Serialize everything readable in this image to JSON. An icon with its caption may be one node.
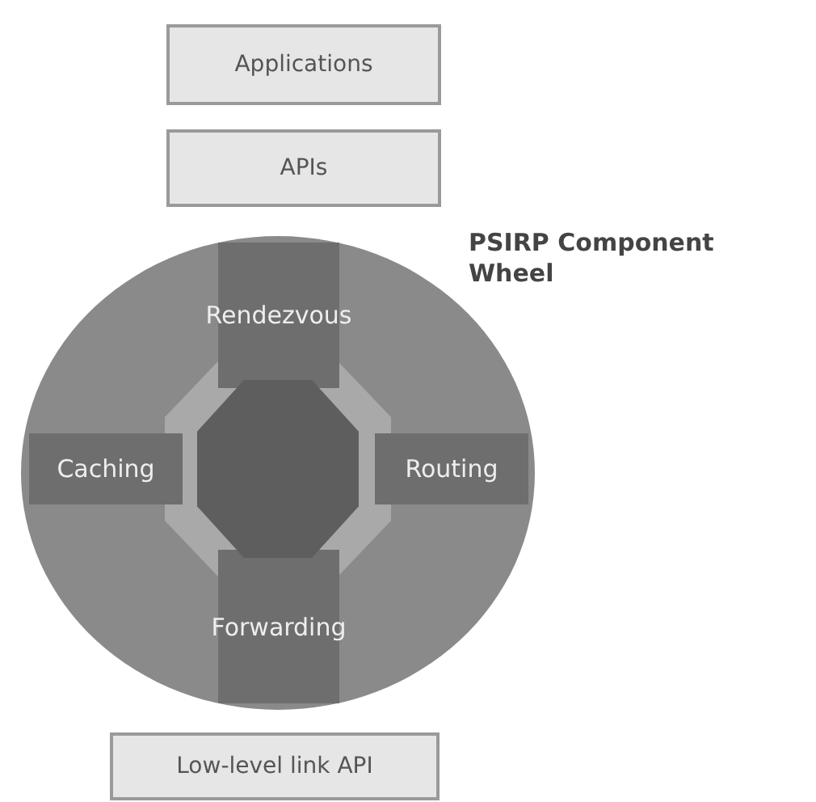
{
  "diagram": {
    "nodes": [
      {
        "text": [
          "Applications"
        ]
      },
      {
        "text": [
          "APIs"
        ]
      },
      {
        "text": [
          "PSIRP Component Wheel"
        ]
      },
      {
        "text": [
          "Rendezvous"
        ],
        "in": 2
      },
      {
        "text": [
          "Caching"
        ],
        "in": 2
      },
      {
        "text": [
          "Routing"
        ],
        "in": 2
      },
      {
        "text": [
          "Forwarding"
        ],
        "in": 2
      },
      {
        "text": [],
        "shape": "octagon",
        "in": 2
      },
      {
        "text": [
          "Low-level link API"
        ]
      }
    ]
  }
}
